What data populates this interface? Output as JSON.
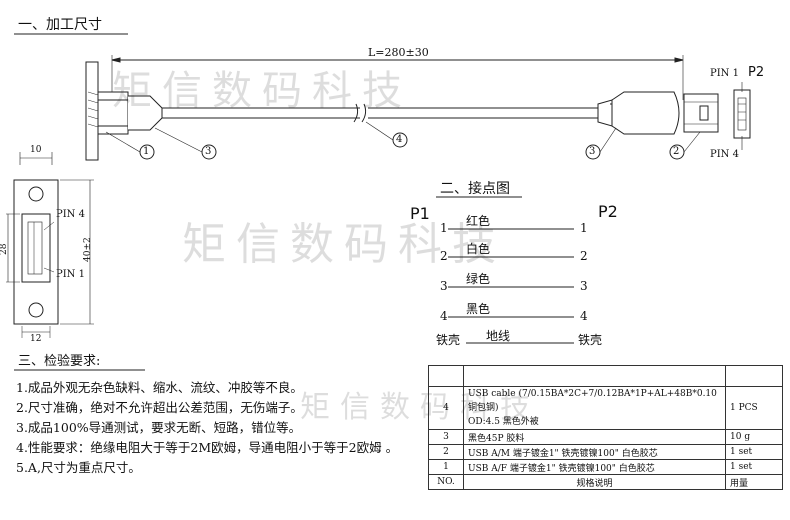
{
  "sections": {
    "dimensions_title": "一、加工尺寸",
    "pinout_title": "二、接点图",
    "inspection_title": "三、检验要求:"
  },
  "drawing": {
    "length_label": "L=280±30",
    "pin1_top": "PIN 1",
    "pin4_bottom": "PIN 4",
    "p2_top": "P2",
    "side_width_dim": "10",
    "front_height_dim": "28",
    "front_length_dim": "40±2",
    "front_bottom_dim": "12",
    "front_pin4": "PIN 4",
    "front_pin1": "PIN 1",
    "balloons": [
      "1",
      "3",
      "4",
      "3",
      "2"
    ]
  },
  "pinout": {
    "p1_label": "P1",
    "p2_label": "P2",
    "rows": [
      {
        "left": "1",
        "color": "红色",
        "right": "1"
      },
      {
        "left": "2",
        "color": "白色",
        "right": "2"
      },
      {
        "left": "3",
        "color": "绿色",
        "right": "3"
      },
      {
        "left": "4",
        "color": "黑色",
        "right": "4"
      },
      {
        "left": "铁壳",
        "color": "地线",
        "right": "铁壳"
      }
    ]
  },
  "requirements": [
    "1.成品外观无杂色缺料、缩水、流纹、冲胶等不良。",
    "2.尺寸准确，绝对不允许超出公差范围，无伤端子。",
    "3.成品100%导通测试，要求无断、短路，错位等。",
    "4.性能要求：绝缘电阻大于等于2M欧姆，导通电阻小于等于2欧姆 。",
    "5.A,尺寸为重点尺寸。"
  ],
  "bom": {
    "rows": [
      {
        "no": "4",
        "spec_a": "USB cable (7/0.15BA*2C+7/0.12BA*1P+AL+48B*0.10铜包钢)",
        "spec_b": "OD:4.5 黑色外被",
        "qty": "1 PCS"
      },
      {
        "no": "3",
        "spec_a": "黑色45P 胶料",
        "qty": "10 g"
      },
      {
        "no": "2",
        "spec_a": "USB A/M 端子镀金1\" 铁壳镀镍100\"  白色胶芯",
        "qty": "1 set"
      },
      {
        "no": "1",
        "spec_a": "USB A/F 端子镀金1\" 铁壳镀镍100\"  白色胶芯",
        "qty": "1 set"
      }
    ],
    "header": {
      "no": "NO.",
      "spec": "规格说明",
      "qty": "用量"
    }
  },
  "watermark": "矩信数码科技"
}
